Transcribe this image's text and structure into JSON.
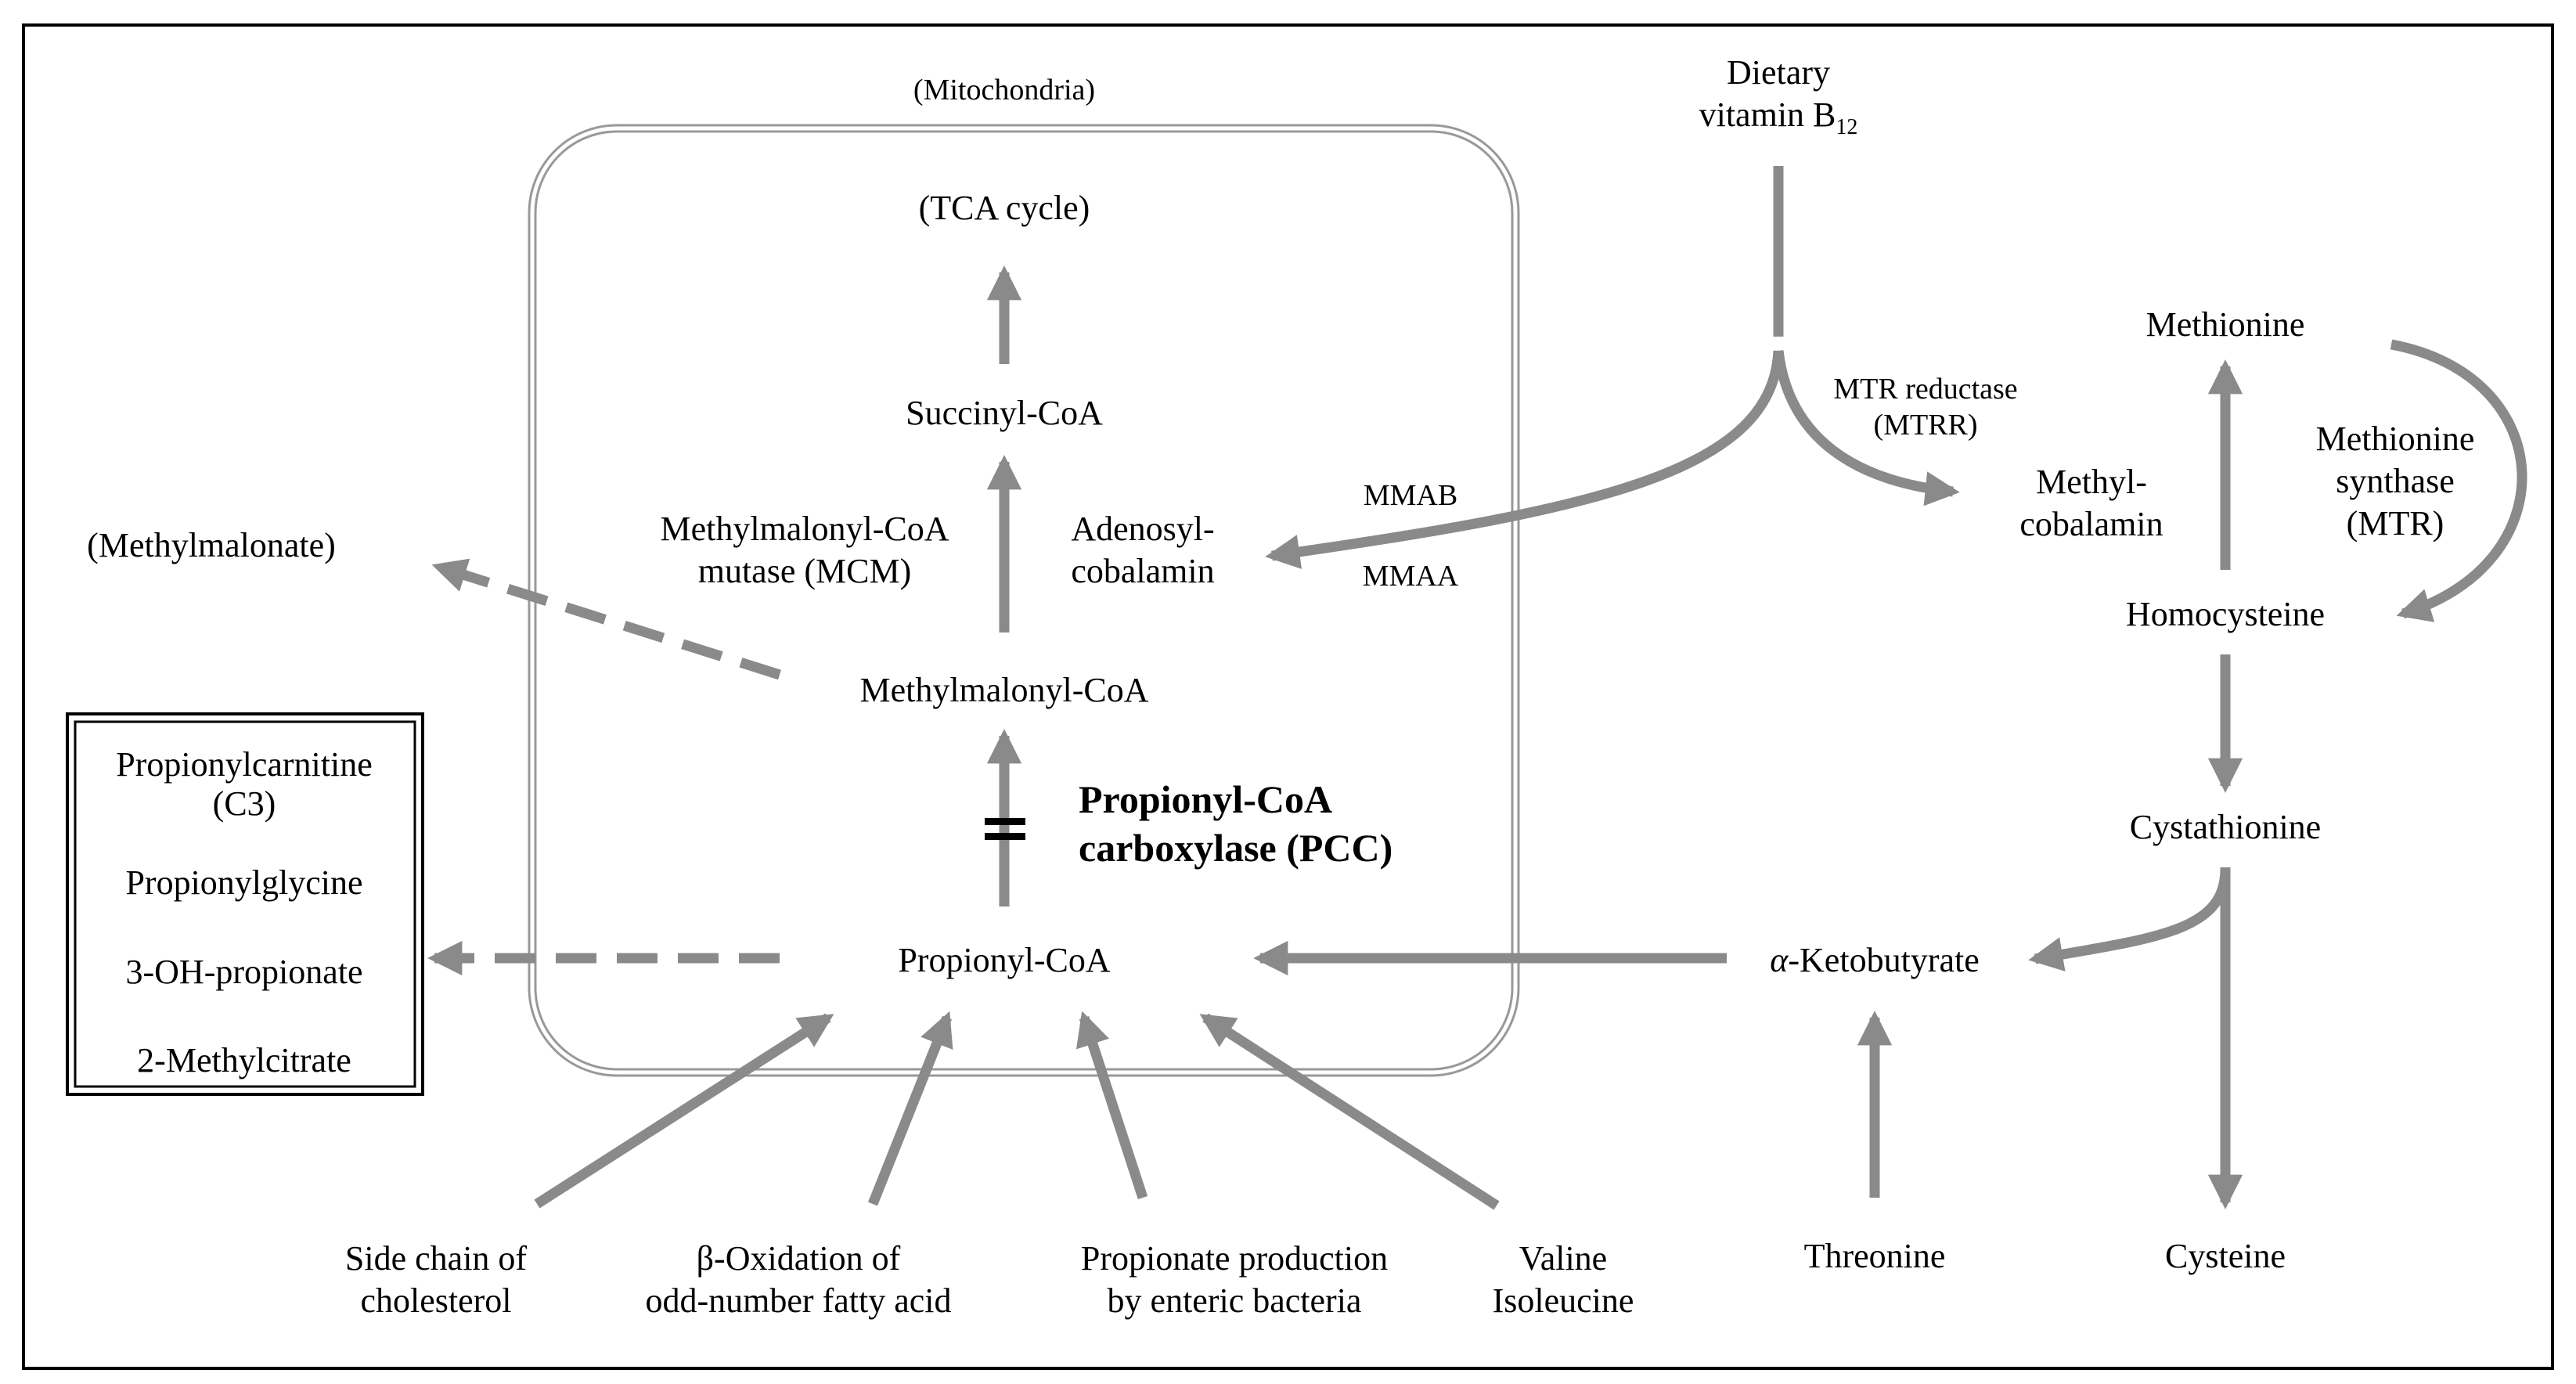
{
  "colors": {
    "arrow": "#8a8a8a",
    "border": "#000000",
    "compartment": "#999999"
  },
  "mito_label": "(Mitochondria)",
  "tca": "(TCA cycle)",
  "succinyl": "Succinyl-CoA",
  "mcm": [
    "Methylmalonyl-CoA",
    "mutase (MCM)"
  ],
  "adenosyl": [
    "Adenosyl-",
    "cobalamin"
  ],
  "methylmalonyl": "Methylmalonyl-CoA",
  "pcc": [
    "Propionyl-CoA",
    "carboxylase (PCC)"
  ],
  "propionyl": "Propionyl-CoA",
  "methylmalonate": "(Methylmalonate)",
  "box_items": [
    "Propionylcarnitine",
    "(C3)",
    "Propionylglycine",
    "3-OH-propionate",
    "2-Methylcitrate"
  ],
  "dietary": {
    "line1": "Dietary",
    "line2": "vitamin B",
    "sub": "12"
  },
  "mmab": "MMAB",
  "mmaa": "MMAA",
  "mtrr": [
    "MTR reductase",
    "(MTRR)"
  ],
  "methylcob": [
    "Methyl-",
    "cobalamin"
  ],
  "methionine": "Methionine",
  "mtr": [
    "Methionine",
    "synthase",
    "(MTR)"
  ],
  "homocysteine": "Homocysteine",
  "cystathionine": "Cystathionine",
  "ketobutyrate": {
    "greek": "α",
    "rest": "-Ketobutyrate"
  },
  "threonine": "Threonine",
  "cysteine": "Cysteine",
  "sources": {
    "cholesterol": [
      "Side chain of",
      "cholesterol"
    ],
    "betaox": [
      "β-Oxidation of",
      "odd-number fatty acid"
    ],
    "propionate": [
      "Propionate production",
      "by enteric bacteria"
    ],
    "aa": [
      "Valine",
      "Isoleucine"
    ]
  }
}
